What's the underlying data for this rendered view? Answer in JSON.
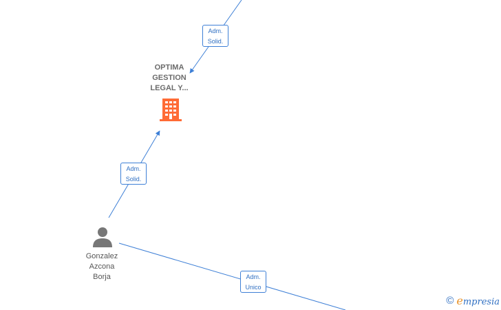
{
  "company": {
    "name": [
      "OPTIMA",
      "GESTION",
      "LEGAL Y..."
    ],
    "icon": "building-icon",
    "color": "#ff6b35"
  },
  "person": {
    "name": [
      "Gonzalez",
      "Azcona",
      "Borja"
    ],
    "icon": "person-icon",
    "color": "#777777"
  },
  "edges": [
    {
      "id": "top-to-company",
      "label": [
        "Adm.",
        "Solid."
      ]
    },
    {
      "id": "person-to-company",
      "label": [
        "Adm.",
        "Solid."
      ]
    },
    {
      "id": "person-to-right",
      "label": [
        "Adm.",
        "Unico"
      ]
    }
  ],
  "brand": {
    "copyright": "©",
    "initial": "e",
    "rest": "mpresia"
  },
  "colors": {
    "edge": "#3d7fd6",
    "company_icon": "#ff6b35",
    "person_icon": "#777777"
  }
}
